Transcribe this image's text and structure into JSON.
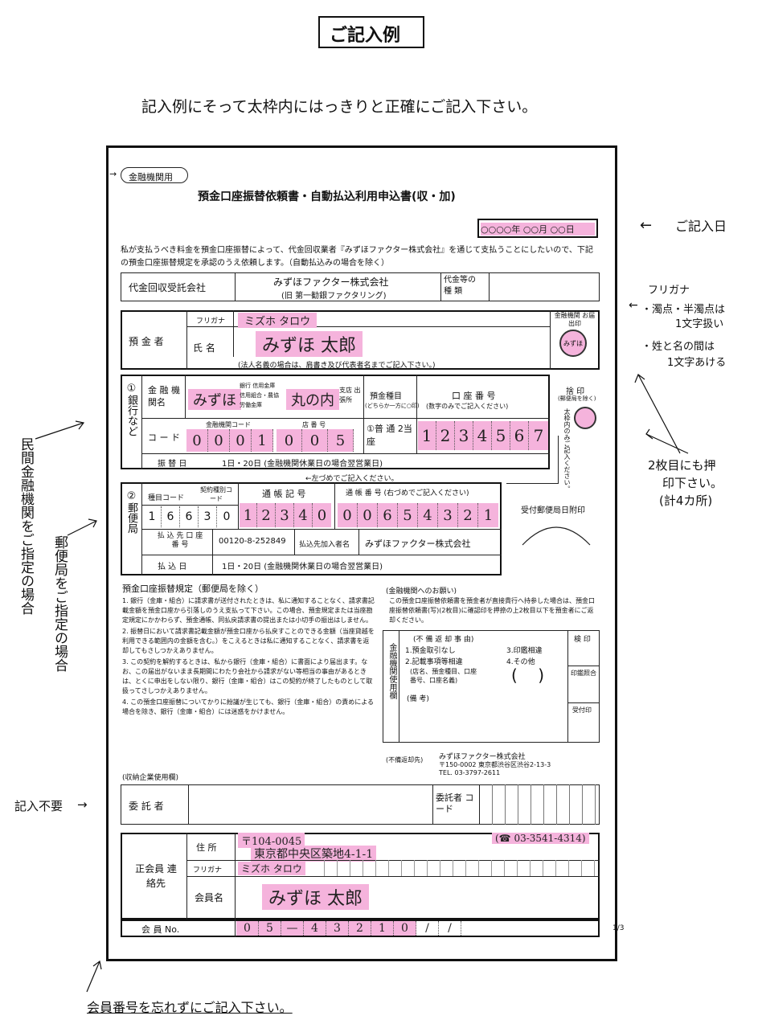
{
  "header": {
    "title": "ご記入例",
    "instruction": "記入例にそって太枠内にはっきりと正確にご記入下さい。"
  },
  "form": {
    "tag": "金融機関用",
    "title": "預金口座振替依頼書・自動払込利用申込書(収・加)",
    "date": "○○○○年 ○○月 ○○日",
    "intro": "私が支払うべき料金を預金口座振替によって、代金回収業者『みずほファクター株式会社』を通じて支払うことにしたいので、下記の預金口座振替規定を承認のうえ依頼します。（自動払込みの場合を除く）",
    "agency_label": "代金回収受託会社",
    "agency_name": "みずほファクター株式会社",
    "agency_former": "(旧 第一勧銀ファクタリング)",
    "fee_label": "代金等の 種 類",
    "depositor_label": "預 金 者",
    "furigana_label": "フリガナ",
    "furigana_value": "ミズホ タロウ",
    "name_label": "氏 名",
    "name_value": "みずほ 太郎",
    "seal_header": "金融機関 お届出印",
    "seal_text": "みずほ",
    "corporate_note": "(法人名義の場合は、肩書き及び代表者名までご記入下さい。)",
    "bank_section_label": "①銀行など",
    "bank_name_label": "金 融 機関名",
    "bank_name_value": "みずほ",
    "bank_types": "銀行 信用金庫 信用組合・農協 労働金庫",
    "branch_value": "丸の内",
    "branch_types": "支店 出張所",
    "account_type_label": "預金種目",
    "account_type_sub": "(どちらか一方に○印)",
    "account_types": "①普 通 2当 座",
    "account_no_label": "口 座 番 号",
    "account_no_sub": "(数字のみでご記入ください)",
    "account_no_value": [
      "1",
      "2",
      "3",
      "4",
      "5",
      "6",
      "7"
    ],
    "code_label": "コ ー ド",
    "bank_code_label": "金融機関コード",
    "branch_code_label": "店 番 号",
    "bank_code_value": [
      "0",
      "0",
      "0",
      "1"
    ],
    "branch_code_value": [
      "0",
      "0",
      "5"
    ],
    "transfer_day_label": "振 替 日",
    "transfer_day_text": "1日・20日 (金融機関休業日の場合翌営業日)",
    "seal2_label": "捨 印",
    "seal2_sub": "(郵便局を除く)",
    "seal2_note": "太枠内のみご記入ください。",
    "post_section_label": "②郵便局",
    "type_code_label": "種目コード",
    "contract_code_label": "契約種別コード",
    "type_code_value": [
      "1",
      "6",
      "6",
      "3",
      "0"
    ],
    "left_fill_note": "←左づめでご記入ください。",
    "passbook_code_label": "通 帳 記 号",
    "passbook_code_value": [
      "1",
      "2",
      "3",
      "4",
      "0"
    ],
    "passbook_no_label": "通 帳 番 号 (右づめでご記入ください)",
    "passbook_no_value": [
      "0",
      "0",
      "6",
      "5",
      "4",
      "3",
      "2",
      "1"
    ],
    "payee_account_label": "払 込 先 口 座 番 号",
    "payee_account_value": "00120-8-252849",
    "payee_name_label": "払込先加入者名",
    "payee_name_value": "みずほファクター株式会社",
    "payment_day_label": "払 込 日",
    "payment_day_text": "1日・20日 (金融機関休業日の場合翌営業日)",
    "postmark_label": "受付郵便局日附印",
    "rules_title": "預金口座振替規定（郵便局を除く）",
    "rules": [
      "1. 銀行（金庫・組合）に請求書が送付されたときは、私に通知することなく、請求書記載金額を預金口座から引落しのうえ支払って下さい。この場合、預金規定または当座勘定規定にかかわらず、預金通帳、同払戻請求書の提出または小切手の振出はしません。",
      "2. 振替日において請求書記載金額が預金口座から払戻すことのできる金額（当座貸越を利用できる範囲内の金額を含む。）をこえるときは私に通知することなく、請求書を返却してもさしつかえありません。",
      "3. この契約を解約するときは、私から銀行（金庫・組合）に書面により届出ます。なお、この届出がないまま長期間にわたり会社から請求がない等相当の事由があるときは、とくに申出をしない限り、銀行（金庫・組合）はこの契約が終了したものとして取扱ってさしつかえありません。",
      "4. この預金口座振替についてかりに紛議が生じても、銀行（金庫・組合）の責めによる場合を除き、銀行（金庫・組合）には迷惑をかけません。"
    ],
    "request_title": "(金融機関へのお願い)",
    "request_text": "この預金口座振替依頼書を預金者が直接貴行へ持参した場合は、預金口座振替依頼書(写)(2枚目)に確認印を押捺の上2枚目以下を預金者にご返却ください。",
    "bank_use_label": "金融機関使用欄",
    "return_reason_title": "(不 備 返 却 事 由)",
    "return_reasons": [
      "1.預金取引なし",
      "2.記載事項等相違",
      "(店名、預金種目、口座番号、口座名義)",
      "3.印鑑相違",
      "4.その他"
    ],
    "remarks_label": "(備 考)",
    "stamp_labels": [
      "検 印",
      "印鑑照合",
      "受付印"
    ],
    "return_addr_label": "(不備返却先)",
    "return_company": "みずほファクター株式会社",
    "return_address": "〒150-0002 東京都渋谷区渋谷2-13-3",
    "return_tel": "TEL. 03-3797-2611",
    "company_use_label": "(収納企業使用欄)",
    "consignor_label": "委 託 者",
    "consignor_code_label": "委託者 コード",
    "member_label": "正会員 連絡先",
    "address_label": "住 所",
    "zip_value": "〒104-0045",
    "tel_value": "(☎ 03-3541-4314)",
    "address_value": "東京都中央区築地4-1-1",
    "member_furigana_label": "フリガナ",
    "member_furigana_value": "ミズホ タロウ",
    "member_name_label": "会員名",
    "member_name_value": "みずほ 太郎",
    "member_no_label": "会 員 No.",
    "member_no_value": [
      "0",
      "5",
      "—",
      "4",
      "3",
      "2",
      "1",
      "0",
      "/",
      "/"
    ],
    "page_mark": "1/3"
  },
  "annotations": {
    "date_note": "ご記入日",
    "furigana_title": "フリガナ",
    "furigana_note1": "・濁点・半濁点は",
    "furigana_note2": "1文字扱い",
    "furigana_note3": "・姓と名の間は",
    "furigana_note4": "1文字あける",
    "seal_note1": "2枚目にも押",
    "seal_note2": "印下さい。",
    "seal_note3": "(計4カ所)",
    "private_bank": "民間金融機関をご指定の場合",
    "post_office": "郵便局をご指定の場合",
    "not_required": "記入不要",
    "member_note": "会員番号を忘れずにご記入下さい。"
  }
}
